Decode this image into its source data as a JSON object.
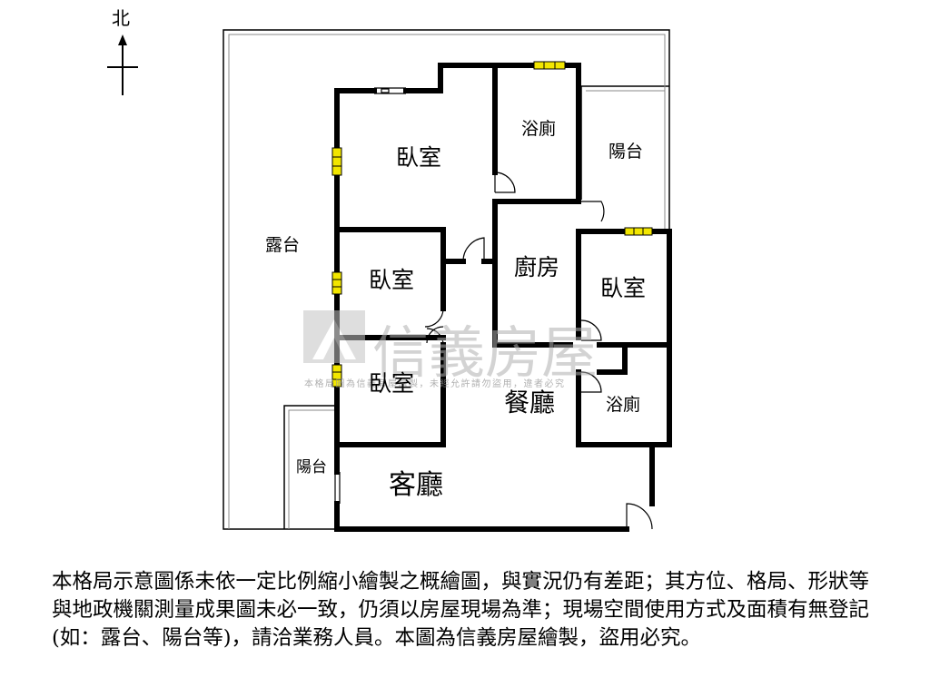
{
  "compass": {
    "label": "北"
  },
  "rooms": {
    "balcony_terrace": "露台",
    "bedroom_main": "臥室",
    "bath_top": "浴廁",
    "balcony_right": "陽台",
    "bedroom_middle": "臥室",
    "kitchen": "廚房",
    "bedroom_right": "臥室",
    "bedroom_bottom": "臥室",
    "dining": "餐廳",
    "bath_right": "浴廁",
    "balcony_left": "陽台",
    "living": "客廳"
  },
  "watermark": {
    "brand": "信義房屋",
    "notice": "本格局圖為信義房屋繪製，未經允許請勿盜用，違者必究"
  },
  "disclaimer": "本格局示意圖係未依一定比例縮小繪製之概繪圖，與實況仍有差距；其方位、格局、形狀等與地政機關測量成果圖未必一致，仍須以房屋現場為準；現場空間使用方式及面積有無登記(如：露台、陽台等)，請洽業務人員。本圖為信義房屋繪製，盜用必究。",
  "colors": {
    "wall": "#000000",
    "window": "#f2e600",
    "watermark": "#c9c9c9"
  }
}
